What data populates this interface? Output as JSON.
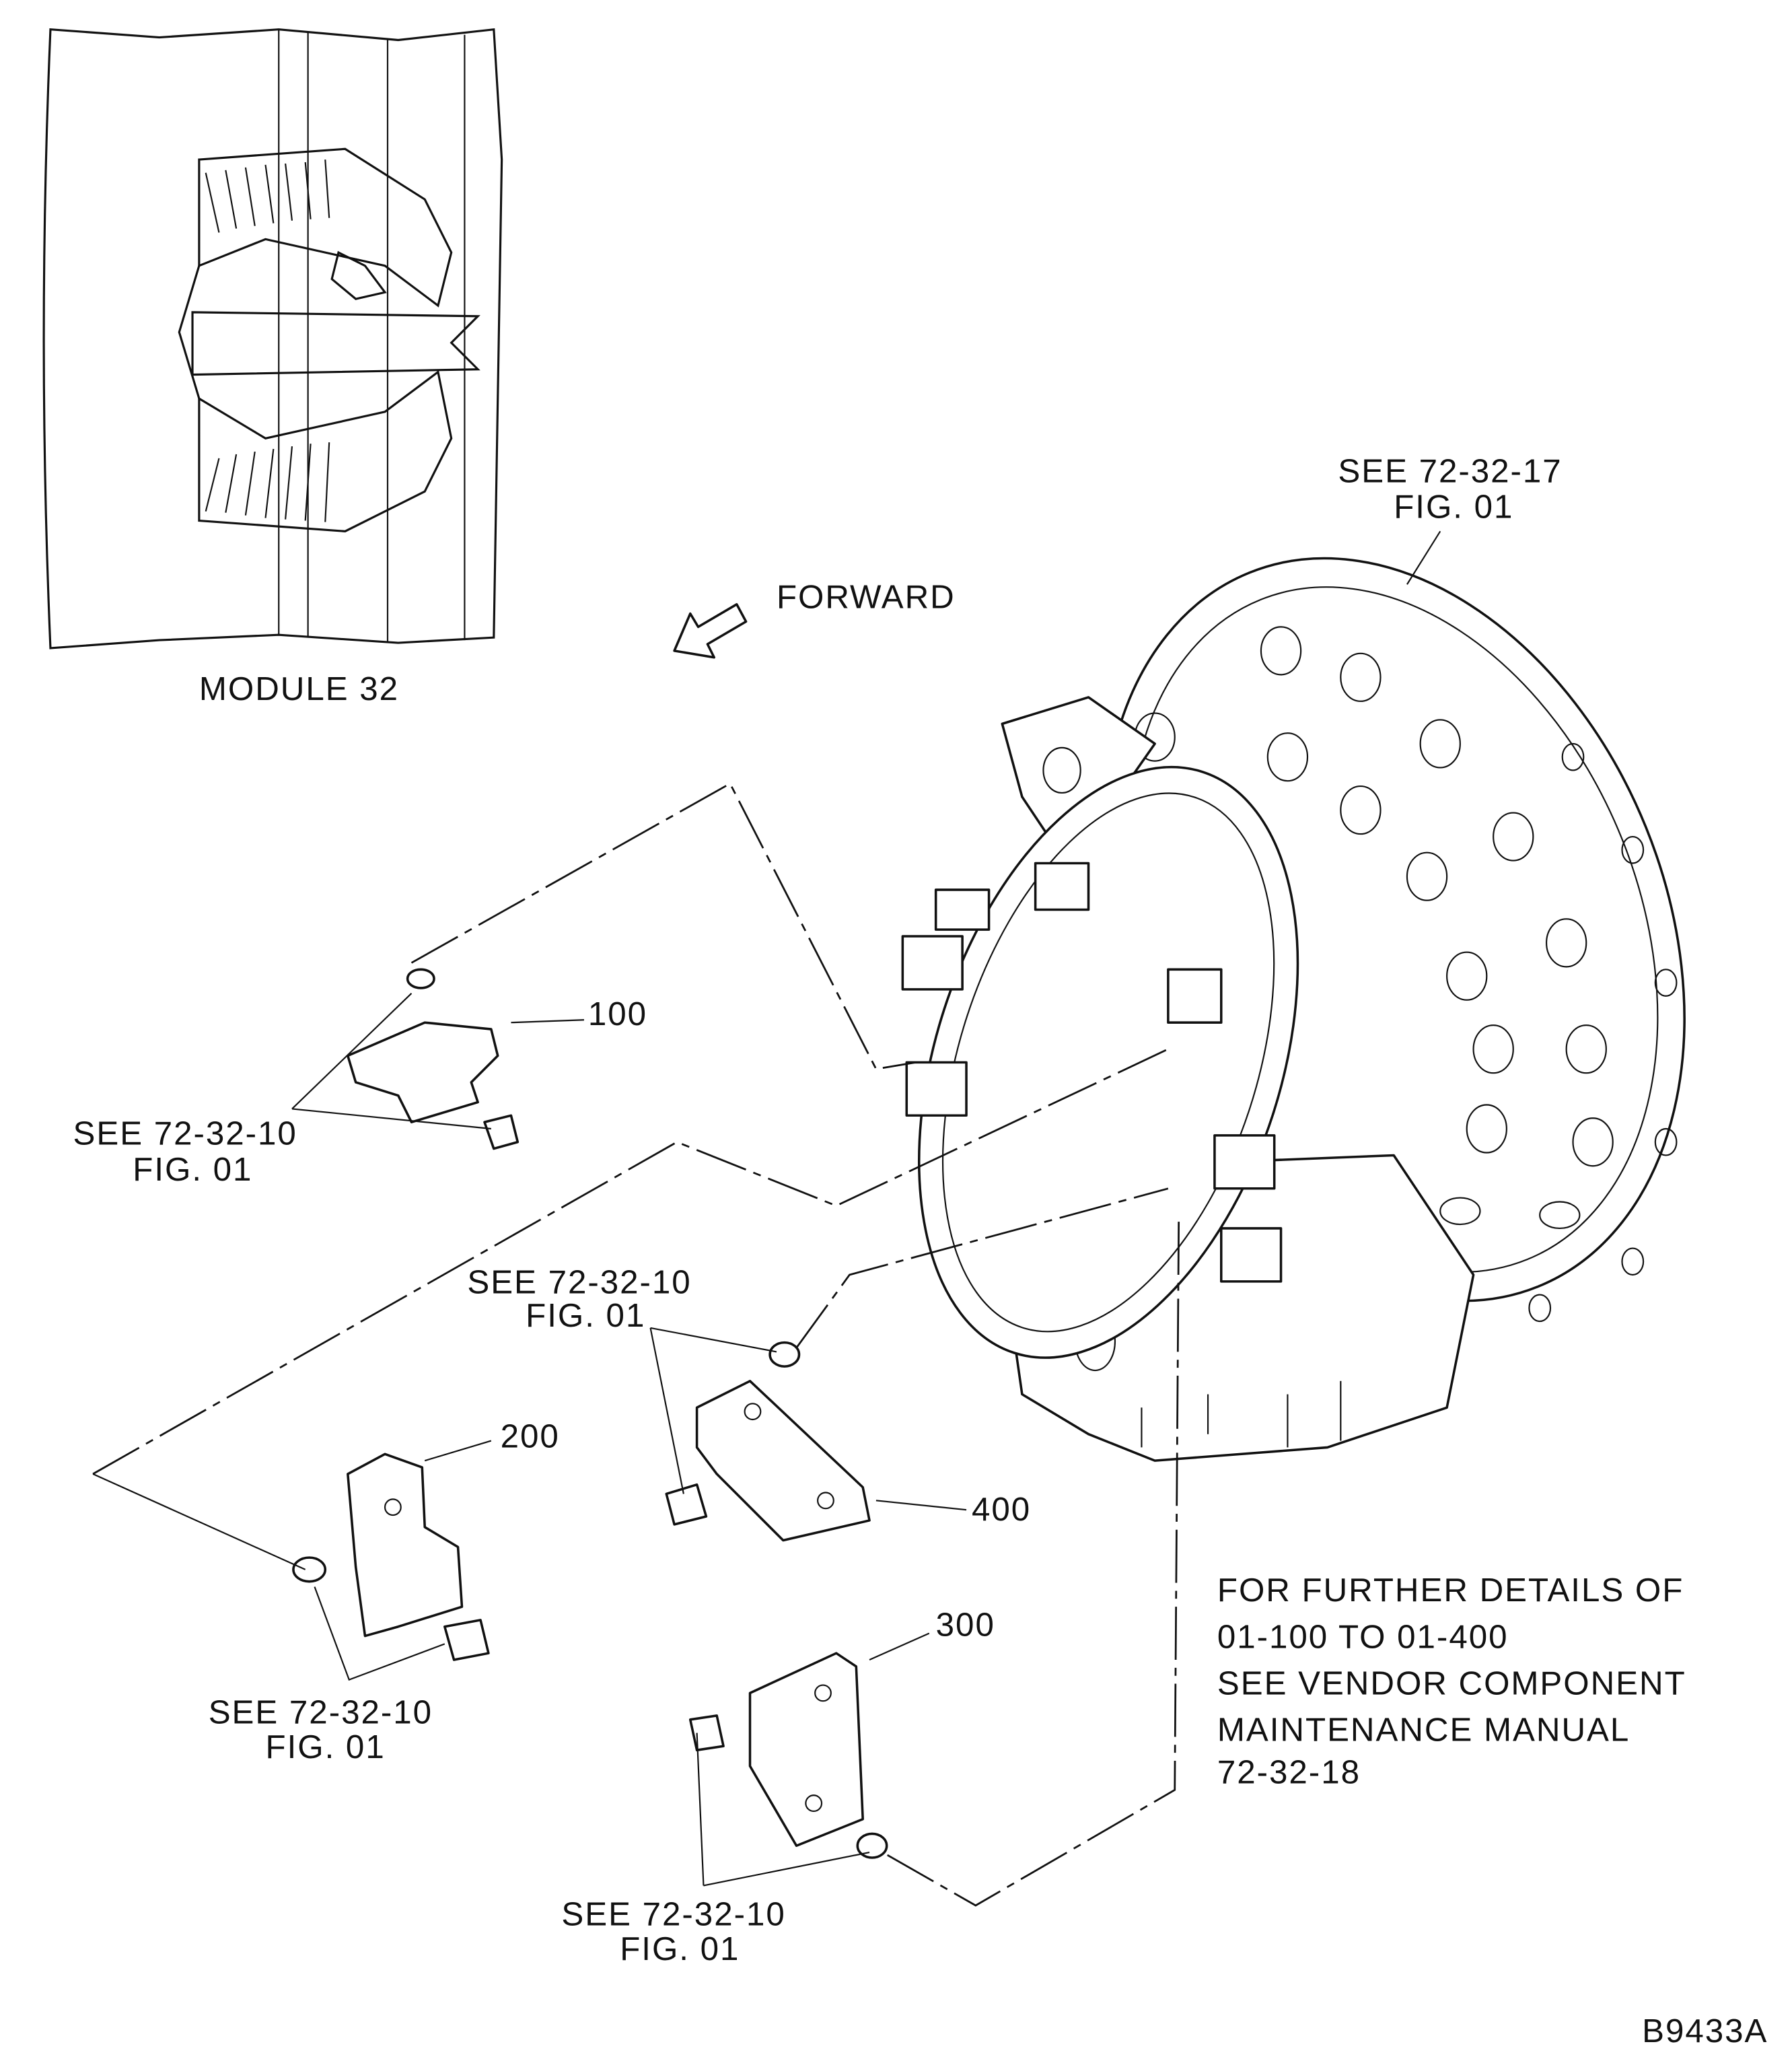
{
  "inset": {
    "label": "MODULE 32"
  },
  "direction": {
    "label": "FORWARD",
    "icon": "arrow-forward-icon"
  },
  "references": {
    "flange": {
      "line1": "SEE  72-32-17",
      "line2": "FIG. 01"
    },
    "part100": {
      "line1": "SEE  72-32-10",
      "line2": "FIG. 01"
    },
    "part400": {
      "line1": "SEE  72-32-10",
      "line2": "FIG. 01"
    },
    "part200": {
      "line1": "SEE  72-32-10",
      "line2": "FIG. 01"
    },
    "part300": {
      "line1": "SEE  72-32-10",
      "line2": "FIG. 01"
    }
  },
  "callouts": {
    "c100": "100",
    "c200": "200",
    "c300": "300",
    "c400": "400"
  },
  "note": {
    "lines": [
      "FOR FURTHER DETAILS OF",
      "01-100  TO  01-400",
      "SEE  VENDOR  COMPONENT",
      "MAINTENANCE  MANUAL",
      "72-32-18"
    ]
  },
  "figure_id": "B9433A"
}
